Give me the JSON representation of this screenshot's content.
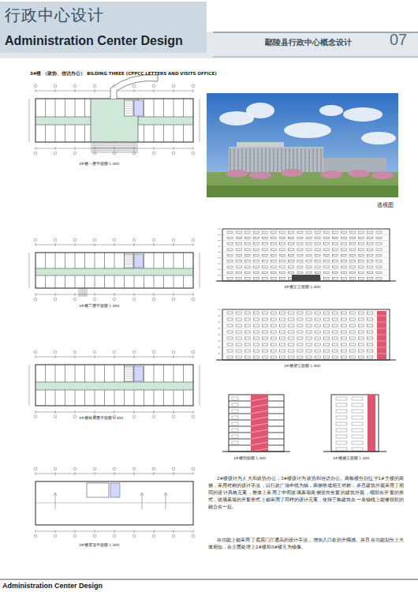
{
  "diagram": {
    "nodes": [
      {
        "text": [
          "行政中心设计",
          "Administration Center Design"
        ]
      }
    ],
    "labels": [
      "鄢陵县行政中心概念设计",
      "07",
      "3#楼 （政协、信访办公） BILDING THREE (CPPCC LETTERS AND VISITS OFFICE)",
      "3#楼一层平面图 1:300",
      "3#楼二层平面图 1:300",
      "3#楼标准层平面图 1:300",
      "3#楼屋顶平面图 1:300",
      "透视图",
      "3#楼正立面图 1:300",
      "3#楼背立面图 1:300",
      "3#楼剖面图 1:300",
      "3#楼侧立面图 1:300",
      "2#楼设计为人大和政协办公，3#楼设计为政协和信访办公。两栋楼分别位于1#主楼的两侧，采用对称的设计手法，以行政广场中线为轴，两侧形成相互对称，并且建筑外观采用了相同的设计风格元素，整体上采用了中间玻璃幕墙两侧竖向长窗的建筑外观，细部在开窗的形式，玻璃幕墙的开窗形式上都采用了同样的设计元素，使得三栋建筑在一条轴线上能够很好的融合在一起。",
      "在功能上都采用了底层门厅通高的设计手法，增加入口处的开阔感。并且在功能划分上大体相似，在立面处理上2#楼和3#楼互为镜像。",
      "Administration Center Design"
    ]
  }
}
